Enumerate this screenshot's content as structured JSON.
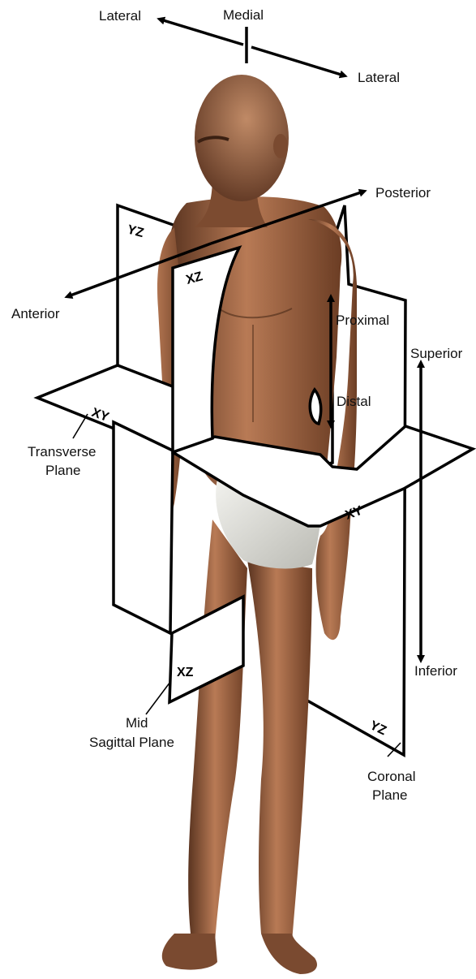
{
  "colors": {
    "skin_light": "#c98f6a",
    "skin_mid": "#9a5f3f",
    "skin_dark": "#5a3420",
    "shorts": "#e2e2dc",
    "plane_fill": "#ffffff",
    "line": "#000000"
  },
  "labels": {
    "medial": "Medial",
    "lateral_left": "Lateral",
    "lateral_right": "Lateral",
    "posterior": "Posterior",
    "anterior": "Anterior",
    "proximal": "Proximal",
    "distal": "Distal",
    "superior": "Superior",
    "inferior": "Inferior",
    "transverse_plane_line1": "Transverse",
    "transverse_plane_line2": "Plane",
    "mid_sagittal_line1": "Mid",
    "mid_sagittal_line2": "Sagittal Plane",
    "coronal_line1": "Coronal",
    "coronal_line2": "Plane"
  },
  "plane_tags": {
    "yz_top": "YZ",
    "xz_top": "XZ",
    "xy_left": "XY",
    "xy_right": "XY",
    "xz_bottom": "XZ",
    "yz_bottom": "YZ"
  }
}
